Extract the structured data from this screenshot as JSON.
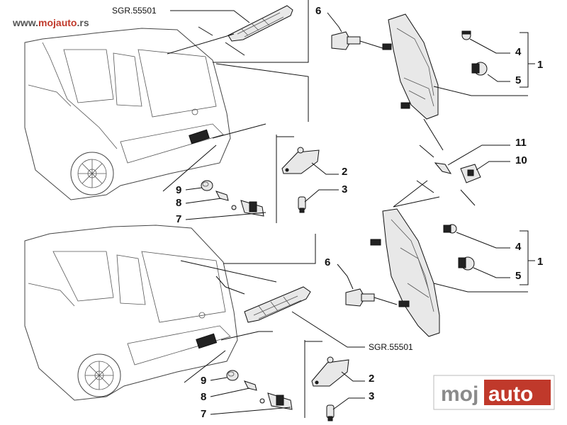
{
  "watermark": {
    "prefix": "www.",
    "brand": "mojauto",
    "suffix": ".rs"
  },
  "logo": {
    "part1": "moj",
    "part2": "auto"
  },
  "labels": {
    "top": {
      "sgr": "SGR.55501",
      "n1": "1",
      "n2": "2",
      "n3": "3",
      "n4": "4",
      "n5": "5",
      "n6": "6",
      "n7": "7",
      "n8": "8",
      "n9": "9",
      "n10": "10",
      "n11": "11"
    },
    "bottom": {
      "sgr": "SGR.55501",
      "n1": "1",
      "n2": "2",
      "n3": "3",
      "n4": "4",
      "n5": "5",
      "n6": "6",
      "n7": "7",
      "n8": "8",
      "n9": "9"
    }
  },
  "colors": {
    "accent": "#c0392b",
    "logo_grey": "#8a8a8a",
    "logo_red": "#c0392b"
  }
}
